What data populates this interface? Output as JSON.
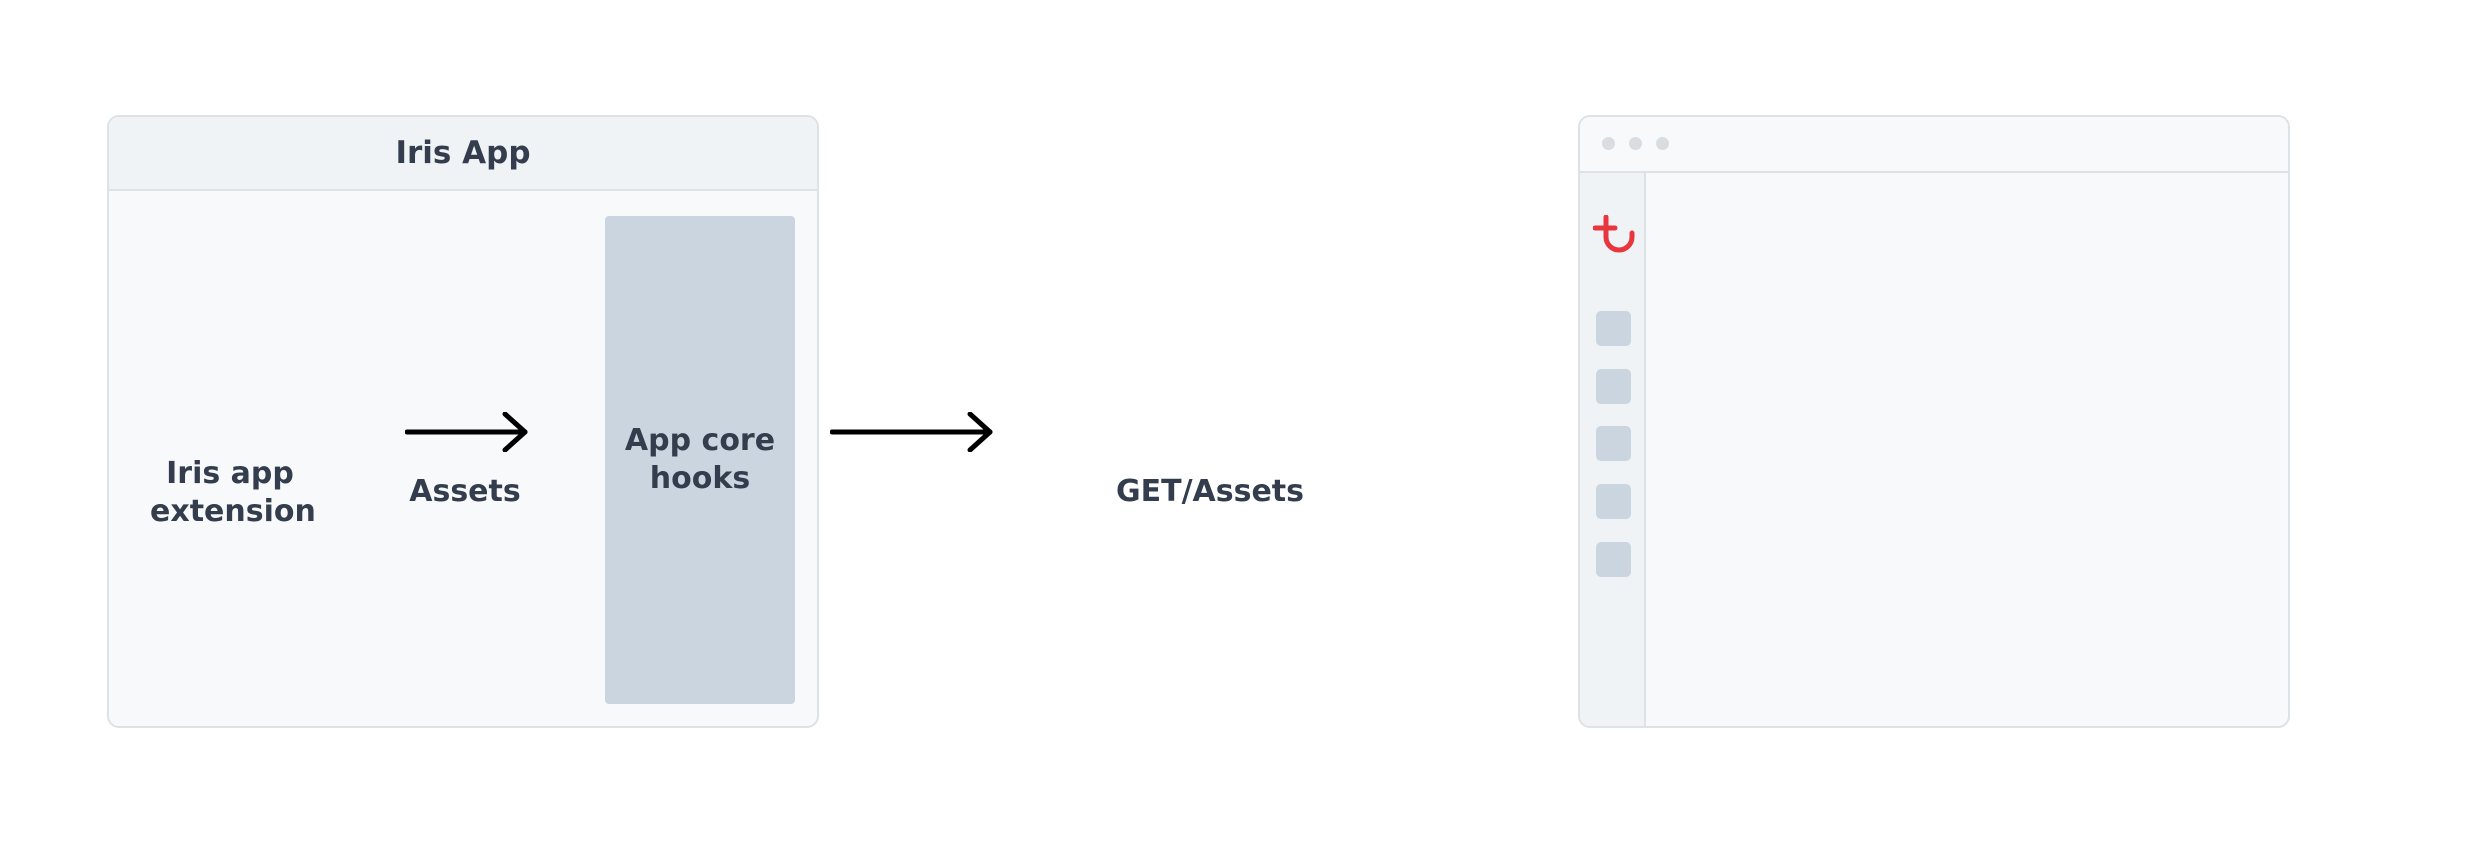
{
  "iris_app": {
    "title": "Iris App",
    "extension_label": "Iris app\nextension",
    "assets_label": "Assets",
    "core_hooks_label": "App core\nhooks"
  },
  "request": {
    "label": "GET/Assets"
  },
  "app_window": {
    "logo_icon": "brand-logo-icon",
    "logo_color": "#e8363f",
    "sidebar_item_count_visible": 5
  },
  "colors": {
    "text": "#333d4d",
    "panel_background": "#f8f9fa",
    "header_background": "#f0f3f6",
    "border": "#dde2e7",
    "block_fill": "#cbd5df",
    "arrow": "#000000"
  }
}
